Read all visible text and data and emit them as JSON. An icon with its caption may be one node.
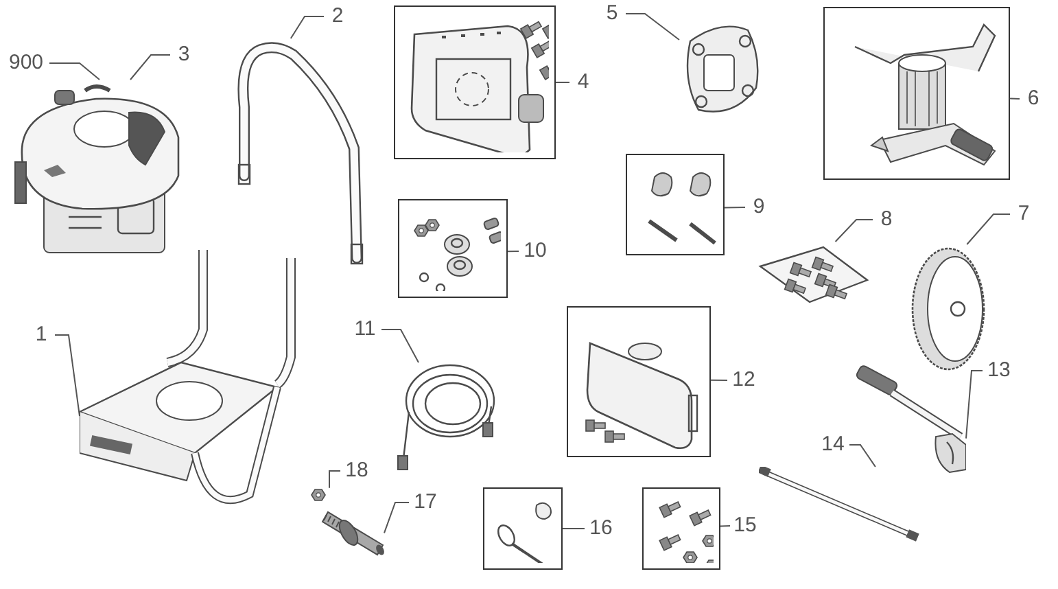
{
  "diagram": {
    "nodes": [
      {
        "text": [
          "900"
        ]
      },
      {
        "text": [],
        "shape": "picture"
      },
      {
        "text": [
          "3"
        ]
      },
      {
        "text": [
          "2"
        ]
      },
      {
        "text": [],
        "shape": "picture"
      },
      {
        "text": [],
        "shape": "box"
      },
      {
        "text": [
          "4"
        ]
      },
      {
        "text": [
          "5"
        ]
      },
      {
        "text": [],
        "shape": "picture"
      },
      {
        "text": [],
        "shape": "box"
      },
      {
        "text": [
          "6"
        ]
      },
      {
        "text": [],
        "shape": "box"
      },
      {
        "text": [
          "9"
        ]
      },
      {
        "text": [],
        "shape": "box"
      },
      {
        "text": [
          "10"
        ]
      },
      {
        "text": [
          "8"
        ]
      },
      {
        "text": [],
        "shape": "picture"
      },
      {
        "text": [
          "7"
        ]
      },
      {
        "text": [],
        "shape": "picture"
      },
      {
        "text": [
          "1"
        ]
      },
      {
        "text": [],
        "shape": "picture"
      },
      {
        "text": [
          "11"
        ]
      },
      {
        "text": [],
        "shape": "picture"
      },
      {
        "text": [],
        "shape": "box"
      },
      {
        "text": [
          "12"
        ]
      },
      {
        "text": [
          "13"
        ]
      },
      {
        "text": [],
        "shape": "picture"
      },
      {
        "text": [
          "14"
        ]
      },
      {
        "text": [],
        "shape": "picture"
      },
      {
        "text": [
          "18"
        ]
      },
      {
        "text": [],
        "shape": "picture"
      },
      {
        "text": [
          "17"
        ]
      },
      {
        "text": [],
        "shape": "picture"
      },
      {
        "text": [],
        "shape": "box"
      },
      {
        "text": [
          "16"
        ]
      },
      {
        "text": [],
        "shape": "box"
      },
      {
        "text": [
          "15"
        ]
      }
    ],
    "edges": [
      {
        "from": 0,
        "to": 1,
        "arrow": "none"
      },
      {
        "from": 2,
        "to": 1,
        "arrow": "none"
      },
      {
        "from": 3,
        "to": 4,
        "arrow": "none"
      },
      {
        "from": 6,
        "to": 5,
        "arrow": "none"
      },
      {
        "from": 7,
        "to": 8,
        "arrow": "none"
      },
      {
        "from": 10,
        "to": 9,
        "arrow": "none"
      },
      {
        "from": 12,
        "to": 11,
        "arrow": "none"
      },
      {
        "from": 14,
        "to": 13,
        "arrow": "none"
      },
      {
        "from": 15,
        "to": 16,
        "arrow": "none"
      },
      {
        "from": 17,
        "to": 18,
        "arrow": "none"
      },
      {
        "from": 19,
        "to": 20,
        "arrow": "none"
      },
      {
        "from": 21,
        "to": 22,
        "arrow": "none"
      },
      {
        "from": 24,
        "to": 23,
        "arrow": "none"
      },
      {
        "from": 25,
        "to": 26,
        "arrow": "none"
      },
      {
        "from": 27,
        "to": 28,
        "arrow": "none"
      },
      {
        "from": 29,
        "to": 30,
        "arrow": "none"
      },
      {
        "from": 31,
        "to": 32,
        "arrow": "none"
      },
      {
        "from": 34,
        "to": 33,
        "arrow": "none"
      },
      {
        "from": 36,
        "to": 35,
        "arrow": "none"
      }
    ]
  }
}
